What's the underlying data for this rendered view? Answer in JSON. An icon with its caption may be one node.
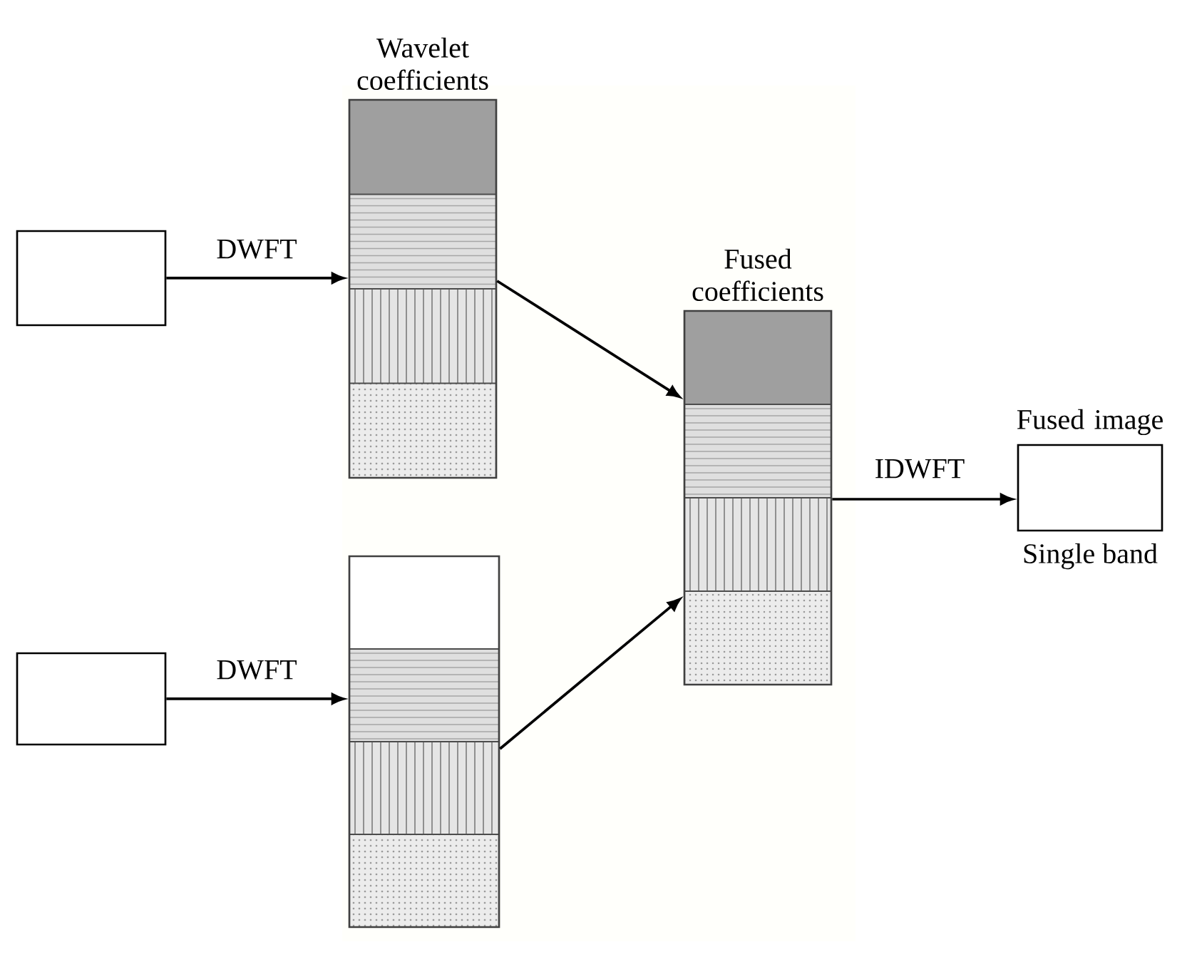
{
  "diagram": {
    "nodes": [
      {
        "text": [],
        "shape": "box"
      },
      {
        "text": [
          "Wavelet coefficients"
        ]
      },
      {
        "text": [
          "Fused coefficients"
        ]
      },
      {
        "text": [
          "Fused image"
        ],
        "beside": [
          "Single band"
        ]
      },
      {
        "text": [],
        "shape": "box"
      },
      {
        "text": [],
        "shape": "bar"
      }
    ],
    "edges": [
      {
        "from": 0,
        "to": 1,
        "arrow": "to",
        "label": "DWFT"
      },
      {
        "from": 1,
        "to": 2,
        "arrow": "to"
      },
      {
        "from": 2,
        "to": 3,
        "arrow": "to",
        "label": "IDWFT"
      },
      {
        "from": 4,
        "to": 5,
        "arrow": "to",
        "label": "DWFT"
      },
      {
        "from": 5,
        "to": 2,
        "arrow": "to"
      }
    ]
  }
}
